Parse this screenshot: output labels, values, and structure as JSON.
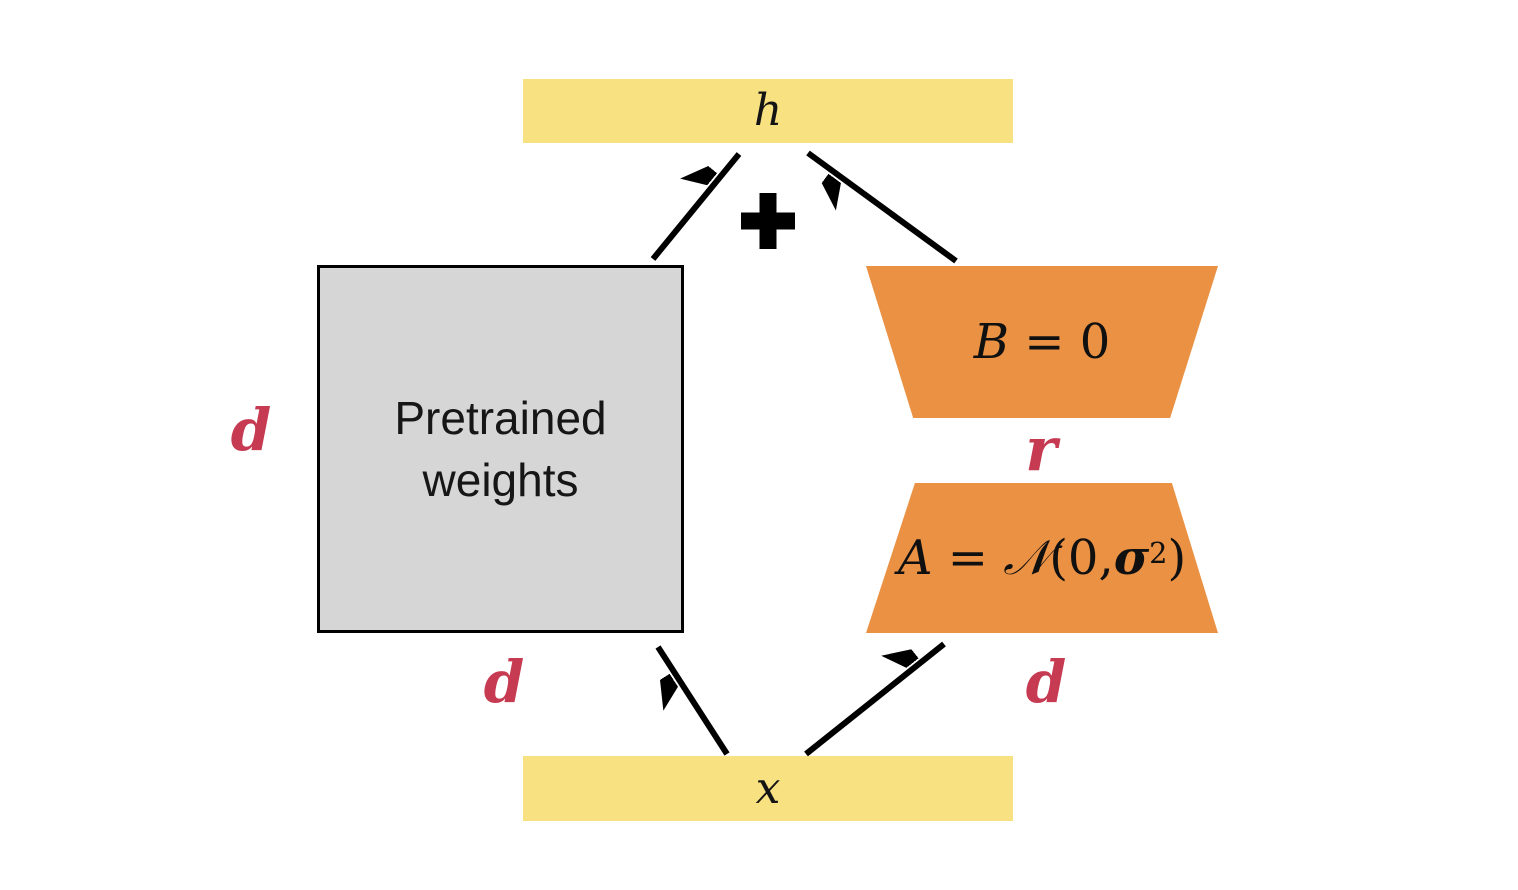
{
  "nodes": {
    "h": {
      "label": "h"
    },
    "x": {
      "label": "x"
    },
    "pretrained": {
      "line1": "Pretrained",
      "line2": "weights"
    },
    "b": {
      "var": "B",
      "eq_rest": " = 0"
    },
    "a": {
      "var": "A",
      "eq": " = ",
      "dist": "𝒩",
      "args_open": "(0,",
      "sigma": "σ",
      "exponent": "2",
      "args_close": ")"
    }
  },
  "operators": {
    "plus": "+"
  },
  "dimensions": {
    "d_left": "d",
    "d_bottom_left": "d",
    "d_bottom_right": "d",
    "r": "r"
  },
  "colors": {
    "yellow": "#F8E180",
    "orange": "#EA9143",
    "gray": "#D6D6D6",
    "red": "#C63A52",
    "black": "#000000"
  }
}
